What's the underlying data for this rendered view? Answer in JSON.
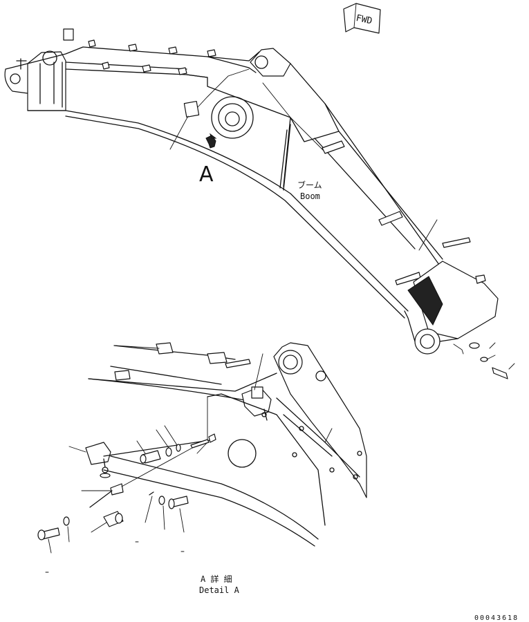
{
  "fwd_label": "FWD",
  "view_marker": "A",
  "boom_label_jp": "ブーム",
  "boom_label_en": "Boom",
  "detail_label_jp": "A 詳 細",
  "detail_label_en": "Detail A",
  "drawing_number": "00043618"
}
